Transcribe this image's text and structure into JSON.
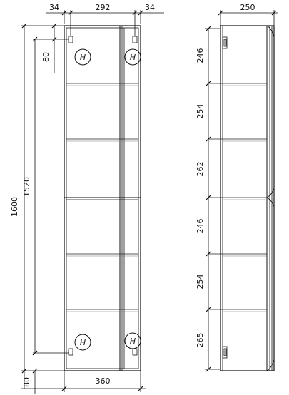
{
  "front_view": {
    "dims": {
      "left_margin": "34",
      "width_inner": "292",
      "right_margin": "34",
      "hinge_offset": "80",
      "height_total": "1600",
      "height_inner": "1520",
      "base": "80",
      "width_total": "360"
    },
    "hinge_symbol": "H"
  },
  "side_view": {
    "dims": {
      "depth": "250",
      "section_1": "246",
      "section_2": "254",
      "section_3": "262",
      "section_4": "246",
      "section_5": "254",
      "section_6": "265"
    }
  }
}
